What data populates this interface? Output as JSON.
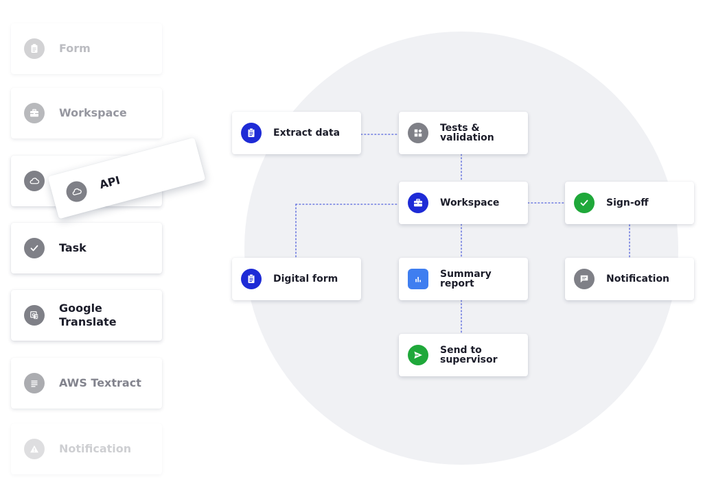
{
  "colors": {
    "accent_blue": "#1e2bd6",
    "gray_icon": "#7f8087",
    "chart_blue": "#3f7ef0",
    "success_green": "#1fa83a",
    "connector": "#6b78e0",
    "background_circle": "#f0f1f4"
  },
  "palette": {
    "items": [
      {
        "label": "Form",
        "icon": "clipboard-icon"
      },
      {
        "label": "Workspace",
        "icon": "toolbox-icon"
      },
      {
        "label": "",
        "icon": "cloud-icon"
      },
      {
        "label": "Task",
        "icon": "check-icon"
      },
      {
        "label": "Google\nTranslate",
        "icon": "translate-icon"
      },
      {
        "label": "AWS Textract",
        "icon": "lines-icon"
      },
      {
        "label": "Notification",
        "icon": "warning-icon"
      }
    ]
  },
  "dragged_item": {
    "label": "API",
    "icon": "cloud-icon"
  },
  "flow": {
    "nodes": {
      "extract_data": {
        "label": "Extract data",
        "icon": "clipboard-icon"
      },
      "tests_validation": {
        "label": "Tests &\nvalidation",
        "icon": "shapes-icon"
      },
      "workspace": {
        "label": "Workspace",
        "icon": "toolbox-icon"
      },
      "sign_off": {
        "label": "Sign-off",
        "icon": "check-icon"
      },
      "digital_form": {
        "label": "Digital form",
        "icon": "clipboard-icon"
      },
      "summary_report": {
        "label": "Summary\nreport",
        "icon": "bar-chart-icon"
      },
      "notification": {
        "label": "Notification",
        "icon": "message-icon"
      },
      "send_to_supervisor": {
        "label": "Send to\nsupervisor",
        "icon": "send-icon"
      }
    }
  }
}
